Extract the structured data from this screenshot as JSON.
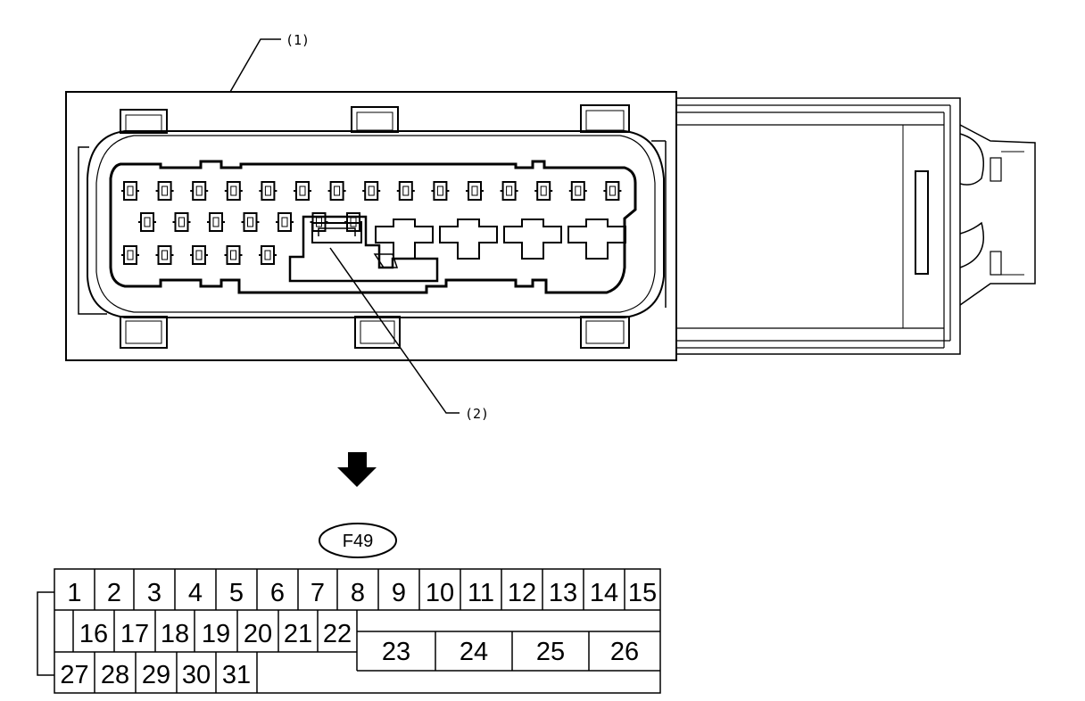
{
  "diagram": {
    "callouts": [
      {
        "id": "1",
        "text": "(1)"
      },
      {
        "id": "2",
        "text": "(2)"
      }
    ],
    "connector_id": "F49",
    "pin_rows": [
      {
        "row": 1,
        "pins": [
          "1",
          "2",
          "3",
          "4",
          "5",
          "6",
          "7",
          "8",
          "9",
          "10",
          "11",
          "12",
          "13",
          "14",
          "15"
        ]
      },
      {
        "row": 2,
        "pins": [
          "16",
          "17",
          "18",
          "19",
          "20",
          "21",
          "22"
        ]
      },
      {
        "row": 3,
        "pins": [
          "27",
          "28",
          "29",
          "30",
          "31"
        ]
      }
    ],
    "large_pins": [
      "23",
      "24",
      "25",
      "26"
    ]
  }
}
